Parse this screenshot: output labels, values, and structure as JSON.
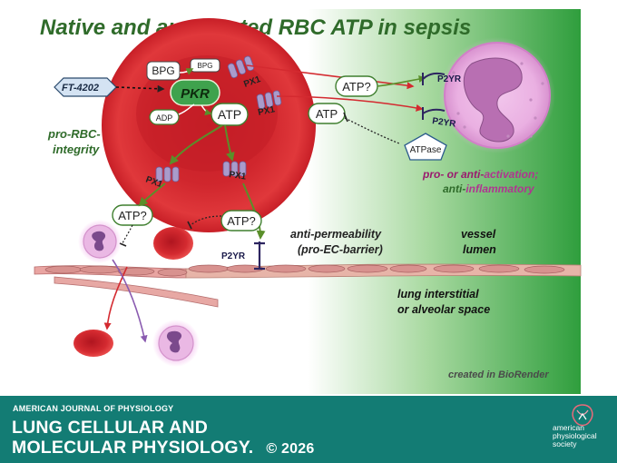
{
  "figure": {
    "title": "Native and augmented RBC ATP in sepsis",
    "labels": {
      "ft4202": "FT-4202",
      "bpg_large": "BPG",
      "bpg_small": "BPG",
      "pkr": "PKR",
      "adp": "ADP",
      "atp_main": "ATP",
      "px1_top_left": "PX1",
      "px1_top_right": "PX1",
      "px1_bottom_left": "PX1",
      "px1_bottom_right": "PX1",
      "atp_q_top": "ATP?",
      "atp_right": "ATP",
      "p2yr_top": "P2YR",
      "p2yr_mid": "P2YR",
      "atpase": "ATPase",
      "pro_rbc_line1": "pro-RBC-",
      "pro_rbc_line2": "integrity",
      "activation_line1_a": "pro- or anti-",
      "activation_line1_b": "activation;",
      "activation_line2_a": "anti-",
      "activation_line2_b": "inflammatory",
      "atp_q_left": "ATP?",
      "atp_q_mid": "ATP?",
      "p2yr_endo": "P2YR",
      "anti_perm_line1": "anti-permeability",
      "anti_perm_line2": "(pro-EC-barrier)",
      "vessel_line1": "vessel",
      "vessel_line2": "lumen",
      "lung_line1": "lung interstitial",
      "lung_line2": "or alveolar space",
      "credit": "created in BioRender"
    }
  },
  "colors": {
    "background_green": "#2e9e3e",
    "rbc_red": "#d42a30",
    "membrane_green": "#4c8b28",
    "title_green": "#2f6b2a",
    "neutrophil_pink": "#e8a4dd",
    "magenta_text": "#b0237e",
    "footer_teal": "#137c74"
  },
  "footer": {
    "journal_name": "AMERICAN JOURNAL OF PHYSIOLOGY",
    "title_line1": "LUNG CELLULAR AND",
    "title_line2": "MOLECULAR PHYSIOLOGY.",
    "copyright": "© 2026",
    "society_line1": "american",
    "society_line2": "physiological",
    "society_line3": "society"
  }
}
